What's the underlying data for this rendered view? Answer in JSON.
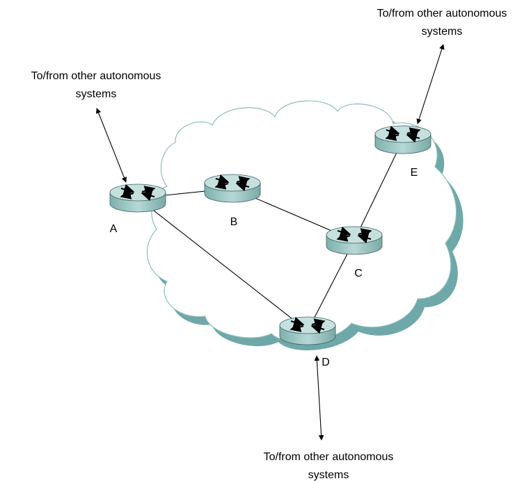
{
  "external_label_lines": [
    "To/from other autonomous",
    "systems"
  ],
  "nodes": [
    {
      "id": "A",
      "label": "A"
    },
    {
      "id": "B",
      "label": "B"
    },
    {
      "id": "C",
      "label": "C"
    },
    {
      "id": "D",
      "label": "D"
    },
    {
      "id": "E",
      "label": "E"
    }
  ],
  "links": [
    [
      "A",
      "B"
    ],
    [
      "A",
      "D"
    ],
    [
      "B",
      "C"
    ],
    [
      "C",
      "D"
    ],
    [
      "C",
      "E"
    ]
  ],
  "external_connections": [
    "A",
    "E",
    "D"
  ],
  "colors": {
    "cloud_fill": "#ffffff",
    "cloud_shadow": "#6fa8a8",
    "cloud_outline": "#8fbcbc",
    "router_top": "#c6e0de",
    "router_side": "#8fbdba",
    "router_outline": "#3a5f5e",
    "arrow": "#000000"
  }
}
